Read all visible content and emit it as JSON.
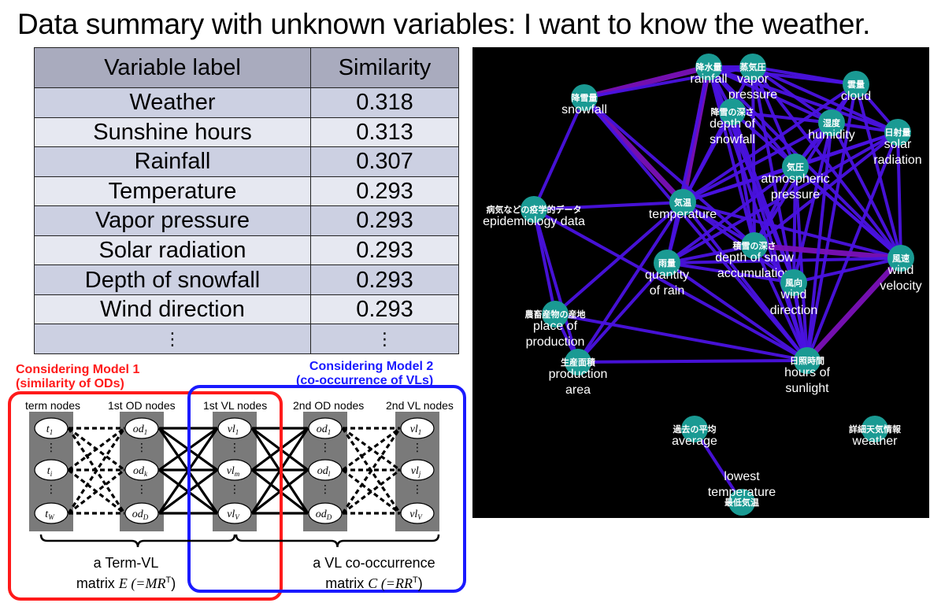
{
  "title": "Data summary with unknown variables: I want to know the weather.",
  "table": {
    "headers": [
      "Variable label",
      "Similarity"
    ],
    "rows": [
      {
        "label": "Weather",
        "value": "0.318"
      },
      {
        "label": "Sunshine hours",
        "value": "0.313"
      },
      {
        "label": "Rainfall",
        "value": "0.307"
      },
      {
        "label": "Temperature",
        "value": "0.293"
      },
      {
        "label": "Vapor pressure",
        "value": "0.293"
      },
      {
        "label": "Solar radiation",
        "value": "0.293"
      },
      {
        "label": "Depth of snowfall",
        "value": "0.293"
      },
      {
        "label": "Wind direction",
        "value": "0.293"
      }
    ],
    "ellipsis": "⋮"
  },
  "model": {
    "model1_title": "Considering Model 1",
    "model1_subtitle": "(similarity of ODs)",
    "model2_title": "Considering Model 2",
    "model2_subtitle": "(co-occurrence of VLs)",
    "columns": [
      {
        "base": "term nodes",
        "ord": "",
        "nodes": [
          "t",
          "t",
          "t"
        ],
        "subs": [
          "1",
          "i",
          "W"
        ]
      },
      {
        "base": " OD nodes",
        "ord": "1st",
        "nodes": [
          "od",
          "od",
          "od"
        ],
        "subs": [
          "1",
          "k",
          "D"
        ]
      },
      {
        "base": " VL nodes",
        "ord": "1st",
        "nodes": [
          "vl",
          "vl",
          "vl"
        ],
        "subs": [
          "1",
          "m",
          "V"
        ]
      },
      {
        "base": " OD nodes",
        "ord": "2nd",
        "nodes": [
          "od",
          "od",
          "od"
        ],
        "subs": [
          "1",
          "l",
          "D"
        ]
      },
      {
        "base": " VL nodes",
        "ord": "2nd",
        "nodes": [
          "vl",
          "vl",
          "vl"
        ],
        "subs": [
          "1",
          "j",
          "V"
        ]
      }
    ],
    "matrix1_line1": "a Term-VL",
    "matrix1_line2_pre": "matrix ",
    "matrix1_var": "E",
    "matrix1_formula": " (=MR",
    "matrix1_sup": "T",
    "matrix1_close": ")",
    "matrix2_line1": "a VL co-occurrence",
    "matrix2_line2_pre": "matrix ",
    "matrix2_var": "C",
    "matrix2_formula": " (=RR",
    "matrix2_sup": "T",
    "matrix2_close": ")",
    "colors": {
      "model1": "#ff1a1a",
      "model2": "#1a1aff",
      "node_bg": "#7a7a7a"
    }
  },
  "network": {
    "colors": {
      "node": "#1a9a93",
      "edge": "#4a12e0",
      "edge_strong": "#7a10b8",
      "background": "#000000"
    },
    "nodes": [
      {
        "id": "rainfall",
        "jp": "降水量",
        "en": [
          "rainfall"
        ]
      },
      {
        "id": "vapor",
        "jp": "蒸気圧",
        "en": [
          "vapor",
          "pressure"
        ]
      },
      {
        "id": "cloud",
        "jp": "雲量",
        "en": [
          "cloud"
        ]
      },
      {
        "id": "snowfall",
        "jp": "降雪量",
        "en": [
          "snowfall"
        ]
      },
      {
        "id": "depthsnowfall",
        "jp": "降雪の深さ",
        "en": [
          "depth of",
          "snowfall"
        ]
      },
      {
        "id": "humidity",
        "jp": "湿度",
        "en": [
          "humidity"
        ]
      },
      {
        "id": "solar",
        "jp": "日射量",
        "en": [
          "solar",
          "radiation"
        ]
      },
      {
        "id": "atmos",
        "jp": "気圧",
        "en": [
          "atmospheric",
          "pressure"
        ]
      },
      {
        "id": "temperature",
        "jp": "気温",
        "en": [
          "temperature"
        ]
      },
      {
        "id": "epi",
        "jp": "病気などの疫学的データ",
        "en": [
          "epidemiology data"
        ]
      },
      {
        "id": "snowacc",
        "jp": "積雪の深さ",
        "en": [
          "depth of snow",
          "accumulation"
        ]
      },
      {
        "id": "windvel",
        "jp": "風速",
        "en": [
          "wind",
          "velocity"
        ]
      },
      {
        "id": "quantity",
        "jp": "雨量",
        "en": [
          "quantity",
          "of rain"
        ]
      },
      {
        "id": "winddir",
        "jp": "風向",
        "en": [
          "wind",
          "direction"
        ]
      },
      {
        "id": "place",
        "jp": "農畜産物の産地",
        "en": [
          "place of",
          "production"
        ]
      },
      {
        "id": "prodarea",
        "jp": "生産面積",
        "en": [
          "production",
          "area"
        ]
      },
      {
        "id": "sunlight",
        "jp": "日照時間",
        "en": [
          "hours of",
          "sunlight"
        ]
      },
      {
        "id": "average",
        "jp": "過去の平均",
        "en": [
          "average"
        ]
      },
      {
        "id": "weather",
        "jp": "詳細天気情報",
        "en": [
          "weather"
        ]
      },
      {
        "id": "lowest",
        "jp": "最低気温",
        "en": [
          "lowest",
          "temperature"
        ]
      }
    ]
  }
}
